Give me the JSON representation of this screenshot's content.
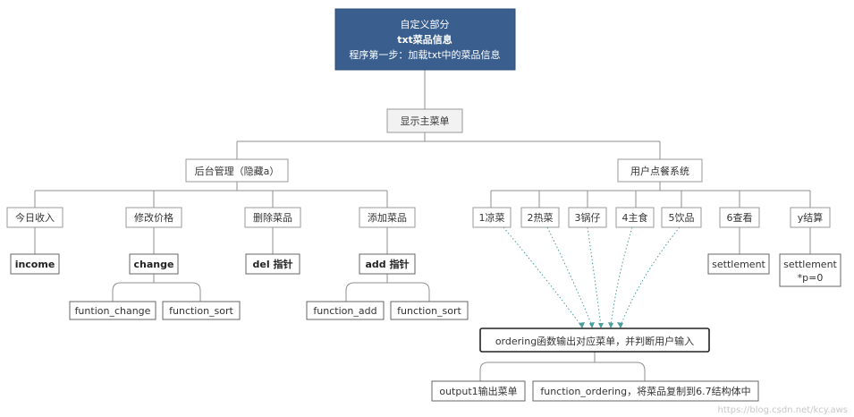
{
  "root": {
    "line1": "自定义部分",
    "line2": "txt菜品信息",
    "line3": "程序第一步：加载txt中的菜品信息"
  },
  "main_menu": "显示主菜单",
  "admin": {
    "label": "后台管理（隐藏a）",
    "items": [
      {
        "label": "今日收入",
        "func": "income"
      },
      {
        "label": "修改价格",
        "func": "change",
        "subs": [
          "funtion_change",
          "function_sort"
        ]
      },
      {
        "label": "删除菜品",
        "func": "del 指针"
      },
      {
        "label": "添加菜品",
        "func": "add 指针",
        "subs": [
          "function_add",
          "function_sort"
        ]
      }
    ]
  },
  "user": {
    "label": "用户点餐系统",
    "dishes": [
      "1凉菜",
      "2热菜",
      "3锅仔",
      "4主食",
      "5饮品"
    ],
    "view": {
      "label": "6查看",
      "func": "settlement"
    },
    "pay": {
      "label": "y结算",
      "func_line1": "settlement",
      "func_line2": "*p=0"
    }
  },
  "ordering": {
    "label": "ordering函数输出对应菜单，并判断用户输入",
    "outputs": [
      "output1输出菜单",
      "function_ordering，将菜品复制到6.7结构体中"
    ]
  },
  "watermark": "https://blog.csdn.net/kcy.aws"
}
